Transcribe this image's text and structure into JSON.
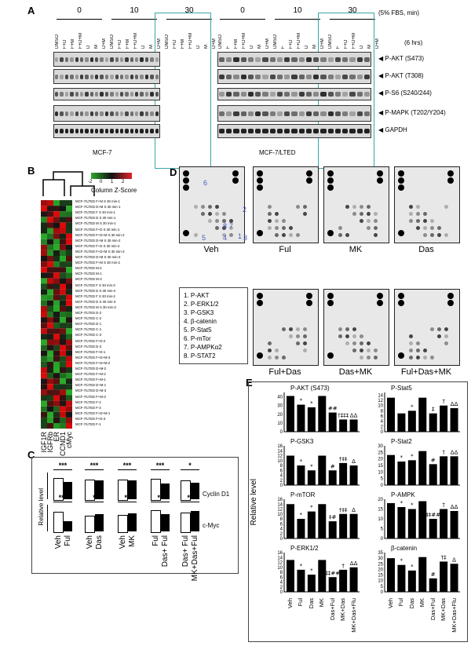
{
  "panels": {
    "A": "A",
    "B": "B",
    "C": "C",
    "D": "D",
    "E": "E"
  },
  "panelA": {
    "fbs_label": "(5% FBS, min)",
    "hrs_label": "(6 hrs)",
    "time_groups": [
      "0",
      "10",
      "30",
      "0",
      "10",
      "30"
    ],
    "lanes_left": [
      "DMSO",
      "F+D",
      "F+M",
      "F+D+M",
      "D",
      "M",
      "D+M",
      "DMSO",
      "F+D",
      "F+M",
      "F+D+M",
      "D",
      "M",
      "D+M",
      "DMSO",
      "F+D",
      "F+M",
      "F+D+M",
      "D",
      "M",
      "D+M"
    ],
    "lanes_right": [
      "DMSO",
      "F",
      "F+M",
      "F+D+M",
      "D",
      "M",
      "D+M",
      "DMSO",
      "F",
      "F+D",
      "F+D+M",
      "D",
      "M",
      "D+M",
      "DMSO",
      "F",
      "F+D",
      "F+D+M",
      "D",
      "M",
      "D+M"
    ],
    "blots": [
      "P-AKT (S473)",
      "P-AKT (T308)",
      "P-S6 (S240/244)",
      "P-MAPK (T202/Y204)",
      "GAPDH"
    ],
    "cell_lines": [
      "MCF-7",
      "MCF-7/LTED"
    ]
  },
  "panelB": {
    "legend_title": "Column Z-Score",
    "legend_ticks": [
      "-2",
      "0",
      "1",
      "2"
    ],
    "columns": [
      "IGF1R",
      "IGFRb",
      "ER",
      "CCND1",
      "cMyc"
    ],
    "rows": [
      "MCF-7/LTED F+M S 30 min-1",
      "MCF-7/LTED D+M S 30 min-1",
      "MCF-7/LTED F S 30 min-1",
      "MCF-7/LTED D S 30 min-1",
      "MCF-7/LTED M S 30 min-1",
      "MCF-7/LTED F+D S 30 min-1",
      "MCF-7/LTED F+D+M S 30 min-2",
      "MCF-7/LTED D+M S 30 min-2",
      "MCF-7/LTED F+D S 30 min-2",
      "MCF-7/LTED F+D+M S 30 min-3",
      "MCF-7/LTED D+M S 30 min-3",
      "MCF-7/LTED F+M S 30 min-2",
      "MCF-7/LTED M-2",
      "MCF-7/LTED M-1",
      "MCF-7/LTED M-3",
      "MCF-7/LTED F S 30 min-3",
      "MCF-7/LTED D S 30 min-2",
      "MCF-7/LTED F S 30 min-2",
      "MCF-7/LTED D S 30 min-3",
      "MCF-7/LTED M S 30 min-3",
      "MCF-7/LTED D-2",
      "MCF-7/LTED C-2",
      "MCF-7/LTED D-1",
      "MCF-7/LTED C-1",
      "MCF-7/LTED C-3",
      "MCF-7/LTED F+D-2",
      "MCF-7/LTED D-3",
      "MCF-7/LTED F+D-1",
      "MCF-7/LTED F+D+M-3",
      "MCF-7/LTED F+D+M-2",
      "MCF-7/LTED D+M-2",
      "MCF-7/LTED F+M-2",
      "MCF-7/LTED F+M-1",
      "MCF-7/LTED D+M-1",
      "MCF-7/LTED D+M-3",
      "MCF-7/LTED F+M-3",
      "MCF-7/LTED F-2",
      "MCF-7/LTED F-3",
      "MCF-7/LTED F+D+M-1",
      "MCF-7/LTED F+D-3",
      "MCF-7/LTED F-1"
    ]
  },
  "panelC": {
    "ylabel": "Relative level",
    "rows": [
      "Cyclin D1",
      "c-Myc"
    ],
    "sig_top": [
      "***",
      "***",
      "***",
      "***",
      "*"
    ],
    "sig_bottom": [
      "***",
      "*",
      "**",
      "**",
      "**"
    ],
    "xlabels": [
      [
        "Veh",
        "Ful"
      ],
      [
        "Veh",
        "Das"
      ],
      [
        "Veh",
        "MK"
      ],
      [
        "Ful",
        "Das+ Ful"
      ],
      [
        "Das+ Ful",
        "MK+Das+Ful"
      ]
    ]
  },
  "panelD": {
    "arrays": [
      "Veh",
      "Ful",
      "MK",
      "Das",
      "Ful+Das",
      "Das+MK",
      "Ful+Das+MK"
    ],
    "veh_numbers": [
      "6",
      "2",
      "8",
      "7",
      "5",
      "4",
      "1",
      "3"
    ],
    "key": [
      "1.  P-AKT",
      "2.  P-ERK1/2",
      "3.  P-GSK3",
      "4.  β-catenin",
      "5.  P-Stat5",
      "6.  P-mTor",
      "7.  P-AMPKα2",
      "8.  P-STAT2"
    ]
  },
  "panelE": {
    "ylabel": "Relative level",
    "xcats": [
      "Veh",
      "Ful",
      "Das",
      "MK",
      "Das+Ful",
      "MK+Das",
      "MK+Das+Flu"
    ],
    "charts": [
      {
        "title": "P-AKT (S473)",
        "ylim": [
          0,
          45
        ],
        "ticks": [
          "0",
          "10",
          "20",
          "30",
          "40"
        ],
        "values": [
          41,
          31,
          28,
          41,
          22,
          14,
          14
        ],
        "sig": [
          "",
          "*",
          "*",
          "",
          "##",
          "†‡‡‡",
          "ΔΔ"
        ]
      },
      {
        "title": "P-Stat5",
        "ylim": [
          0,
          15
        ],
        "ticks": [
          "0",
          "2",
          "4",
          "6",
          "8",
          "10",
          "12",
          "14"
        ],
        "values": [
          13,
          7,
          8,
          13,
          7,
          10,
          9
        ],
        "sig": [
          "",
          "",
          "*",
          "",
          "‡",
          "†",
          "ΔΔ"
        ]
      },
      {
        "title": "P-GSK3",
        "ylim": [
          0,
          16
        ],
        "ticks": [
          "0",
          "2",
          "4",
          "6",
          "8",
          "10",
          "12",
          "14",
          "16"
        ],
        "values": [
          12,
          8,
          6,
          12,
          6,
          9,
          8
        ],
        "sig": [
          "",
          "*",
          "*",
          "",
          "#",
          "†‡‡",
          "Δ"
        ]
      },
      {
        "title": "P-Stat2",
        "ylim": [
          0,
          30
        ],
        "ticks": [
          "0",
          "5",
          "10",
          "15",
          "20",
          "25",
          "30"
        ],
        "values": [
          23,
          18,
          19,
          26,
          16,
          22,
          22
        ],
        "sig": [
          "",
          "*",
          "*",
          "",
          "#",
          "†",
          "ΔΔ"
        ]
      },
      {
        "title": "P-mTOR",
        "ylim": [
          0,
          16
        ],
        "ticks": [
          "0",
          "2",
          "4",
          "6",
          "8",
          "10",
          "12",
          "14",
          "16"
        ],
        "values": [
          14,
          8,
          11,
          14,
          7,
          10,
          10
        ],
        "sig": [
          "",
          "*",
          "*",
          "",
          "‡#",
          "†‡‡",
          "Δ"
        ]
      },
      {
        "title": "P-AMPK",
        "ylim": [
          0,
          20
        ],
        "ticks": [
          "0",
          "5",
          "10",
          "15",
          "20"
        ],
        "values": [
          18,
          16,
          15,
          19,
          10,
          15,
          14
        ],
        "sig": [
          "",
          "*",
          "*",
          "",
          "‡‡##",
          "†",
          "ΔΔ"
        ]
      },
      {
        "title": "P-ERK1/2",
        "ylim": [
          0,
          16
        ],
        "ticks": [
          "0",
          "2",
          "4",
          "6",
          "8",
          "10",
          "12",
          "14",
          "16"
        ],
        "values": [
          13,
          9,
          7,
          13,
          6,
          9,
          10
        ],
        "sig": [
          "",
          "*",
          "*",
          "",
          "‡‡##",
          "†",
          "ΔΔ"
        ]
      },
      {
        "title": "β-catenin",
        "ylim": [
          0,
          35
        ],
        "ticks": [
          "0",
          "5",
          "10",
          "15",
          "20",
          "25",
          "30",
          "35"
        ],
        "values": [
          30,
          24,
          19,
          31,
          12,
          27,
          25
        ],
        "sig": [
          "",
          "*",
          "*",
          "",
          "#",
          "†‡",
          "Δ"
        ]
      }
    ]
  }
}
